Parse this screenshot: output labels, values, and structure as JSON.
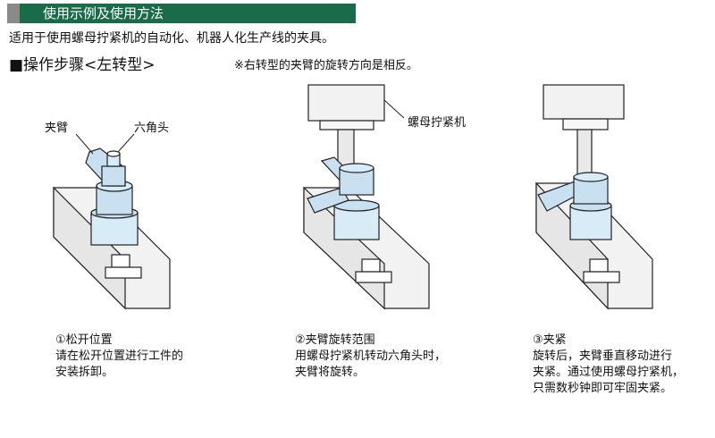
{
  "header": {
    "title": "使用示例及使用方法"
  },
  "intro": "适用于使用螺母拧紧机的自动化、机器人化生产线的夹具。",
  "steps_heading": "■操作步骤<左转型>",
  "note": "※右转型的夹臂的旋转方向是相反。",
  "labels": {
    "arm": "夹臂",
    "hex_head": "六角头",
    "nut_runner": "螺母拧紧机"
  },
  "steps": [
    {
      "title": "①松开位置",
      "lines": [
        "请在松开位置进行工件的",
        "安装拆卸。"
      ]
    },
    {
      "title": "②夹臂旋转范围",
      "lines": [
        "用螺母拧紧机转动六角头时，",
        "夹臂将旋转。"
      ]
    },
    {
      "title": "③夹紧",
      "lines": [
        "旋转后，夹臂垂直移动进行",
        "夹紧。通过使用螺母拧紧机，",
        "只需数秒钟即可牢固夹紧。"
      ]
    }
  ],
  "colors": {
    "header_bg": "#1a6b4a",
    "part_blue": "#c8e0f0",
    "outline": "#222222"
  }
}
